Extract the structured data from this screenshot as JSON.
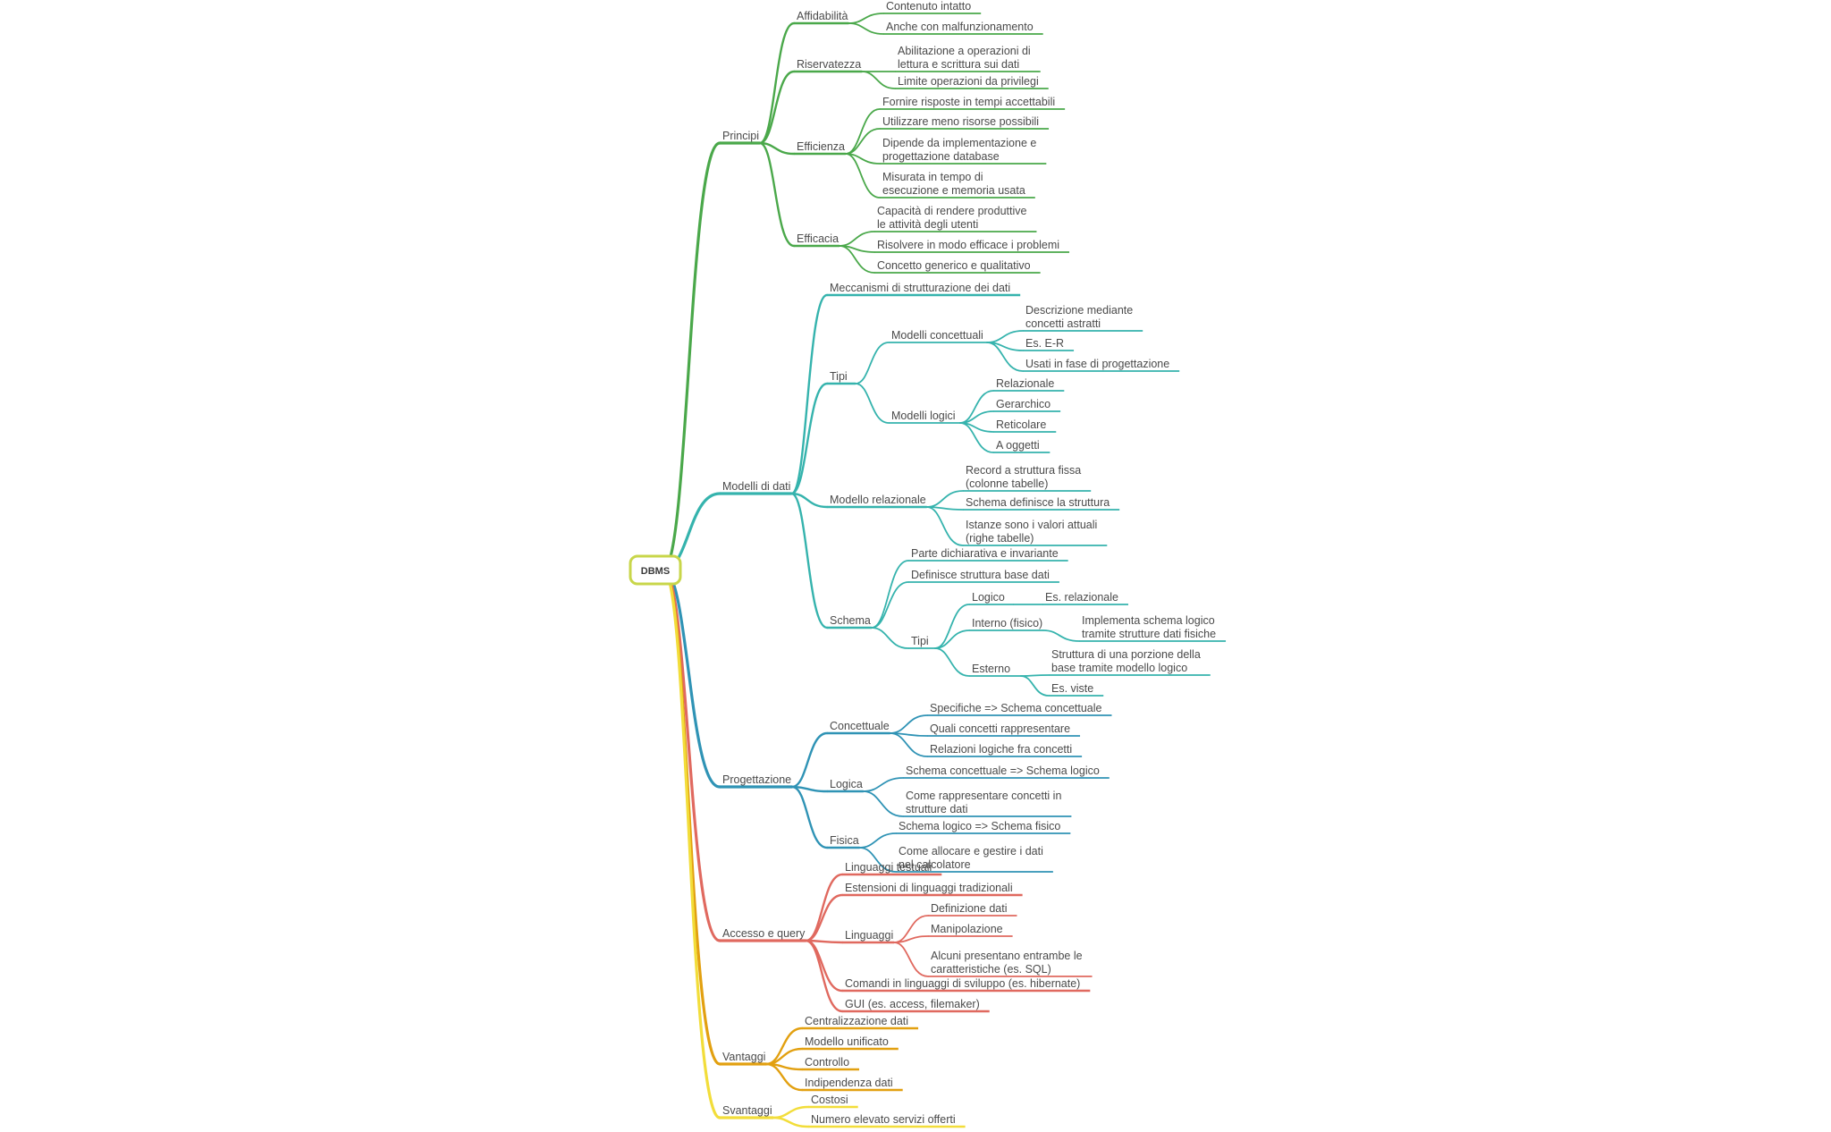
{
  "root": {
    "label": "DBMS"
  },
  "colors": {
    "root_border": "#c8d64a",
    "principi": "#4aa84a",
    "modelli": "#35b3ad",
    "progettazione": "#2f93b5",
    "accesso": "#e0695f",
    "vantaggi": "#e2a010",
    "svantaggi": "#f2dd3a"
  },
  "branches": [
    {
      "label": "Principi",
      "children": [
        {
          "label": "Affidabilità",
          "children": [
            "Contenuto intatto",
            "Anche con malfunzionamento"
          ]
        },
        {
          "label": "Riservatezza",
          "children": [
            "Abilitazione a operazioni di\nlettura e scrittura sui dati",
            "Limite operazioni da privilegi"
          ]
        },
        {
          "label": "Efficienza",
          "children": [
            "Fornire risposte in tempi accettabili",
            "Utilizzare meno risorse possibili",
            "Dipende da implementazione e\nprogettazione database",
            "Misurata in tempo di\nesecuzione e memoria usata"
          ]
        },
        {
          "label": "Efficacia",
          "children": [
            "Capacità di rendere produttive\nle attività degli utenti",
            "Risolvere in modo efficace i problemi",
            "Concetto generico e qualitativo"
          ]
        }
      ]
    },
    {
      "label": "Modelli di dati",
      "children": [
        {
          "label": "Meccanismi di strutturazione dei dati"
        },
        {
          "label": "Tipi",
          "children": [
            {
              "label": "Modelli concettuali",
              "children": [
                "Descrizione mediante\nconcetti astratti",
                "Es. E-R",
                "Usati in fase di progettazione"
              ]
            },
            {
              "label": "Modelli logici",
              "children": [
                "Relazionale",
                "Gerarchico",
                "Reticolare",
                "A oggetti"
              ]
            }
          ]
        },
        {
          "label": "Modello relazionale",
          "children": [
            "Record a struttura fissa\n(colonne tabelle)",
            "Schema definisce la struttura",
            "Istanze sono i valori attuali\n(righe tabelle)"
          ]
        },
        {
          "label": "Schema",
          "children": [
            {
              "label": "Parte dichiarativa e invariante"
            },
            {
              "label": "Definisce struttura base dati"
            },
            {
              "label": "Tipi",
              "children": [
                {
                  "label": "Logico",
                  "children": [
                    "Es. relazionale"
                  ]
                },
                {
                  "label": "Interno (fisico)",
                  "children": [
                    "Implementa schema logico\ntramite strutture dati fisiche"
                  ]
                },
                {
                  "label": "Esterno",
                  "children": [
                    "Struttura di una porzione della\nbase tramite modello logico",
                    "Es. viste"
                  ]
                }
              ]
            }
          ]
        }
      ]
    },
    {
      "label": "Progettazione",
      "children": [
        {
          "label": "Concettuale",
          "children": [
            "Specifiche => Schema concettuale",
            "Quali concetti rappresentare",
            "Relazioni logiche fra concetti"
          ]
        },
        {
          "label": "Logica",
          "children": [
            "Schema concettuale => Schema logico",
            "Come rappresentare concetti in\nstrutture dati"
          ]
        },
        {
          "label": "Fisica",
          "children": [
            "Schema logico => Schema fisico",
            "Come allocare e gestire i dati\nnel calcolatore"
          ]
        }
      ]
    },
    {
      "label": "Accesso e query",
      "children": [
        {
          "label": "Linguaggi testuali"
        },
        {
          "label": "Estensioni di linguaggi tradizionali"
        },
        {
          "label": "Linguaggi",
          "children": [
            "Definizione dati",
            "Manipolazione",
            "Alcuni presentano entrambe le\ncaratteristiche (es. SQL)"
          ]
        },
        {
          "label": "Comandi in linguaggi di sviluppo (es. hibernate)"
        },
        {
          "label": "GUI (es. access, filemaker)"
        }
      ]
    },
    {
      "label": "Vantaggi",
      "children": [
        "Centralizzazione dati",
        "Modello unificato",
        "Controllo",
        "Indipendenza dati"
      ]
    },
    {
      "label": "Svantaggi",
      "children": [
        "Costosi",
        "Numero elevato servizi offerti"
      ]
    }
  ]
}
